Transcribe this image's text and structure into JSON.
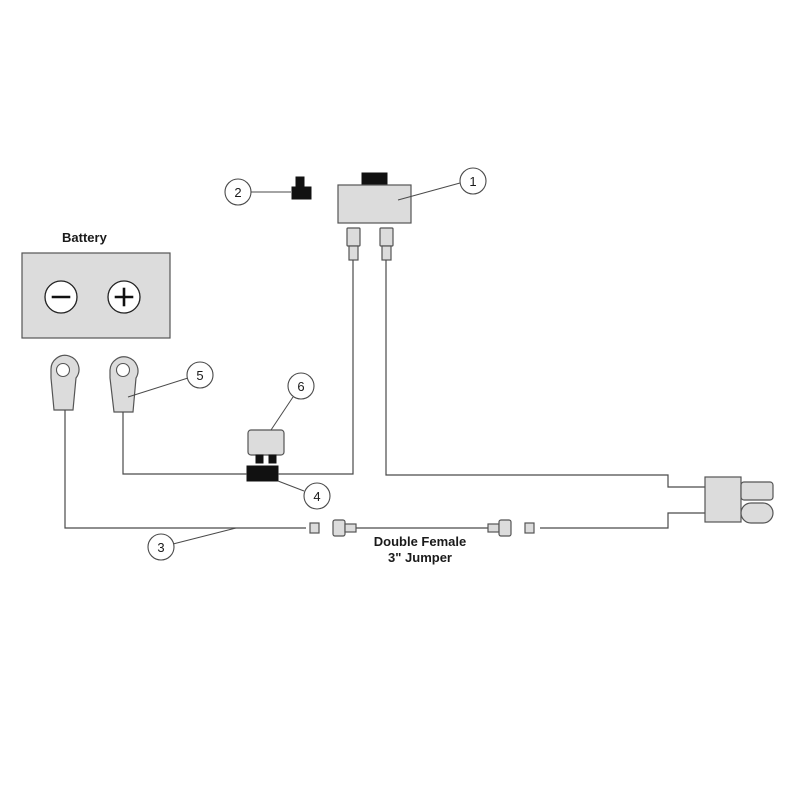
{
  "labels": {
    "battery": "Battery",
    "jumper_line1": "Double Female",
    "jumper_line2": "3\" Jumper"
  },
  "callouts": [
    "1",
    "2",
    "3",
    "4",
    "5",
    "6"
  ]
}
